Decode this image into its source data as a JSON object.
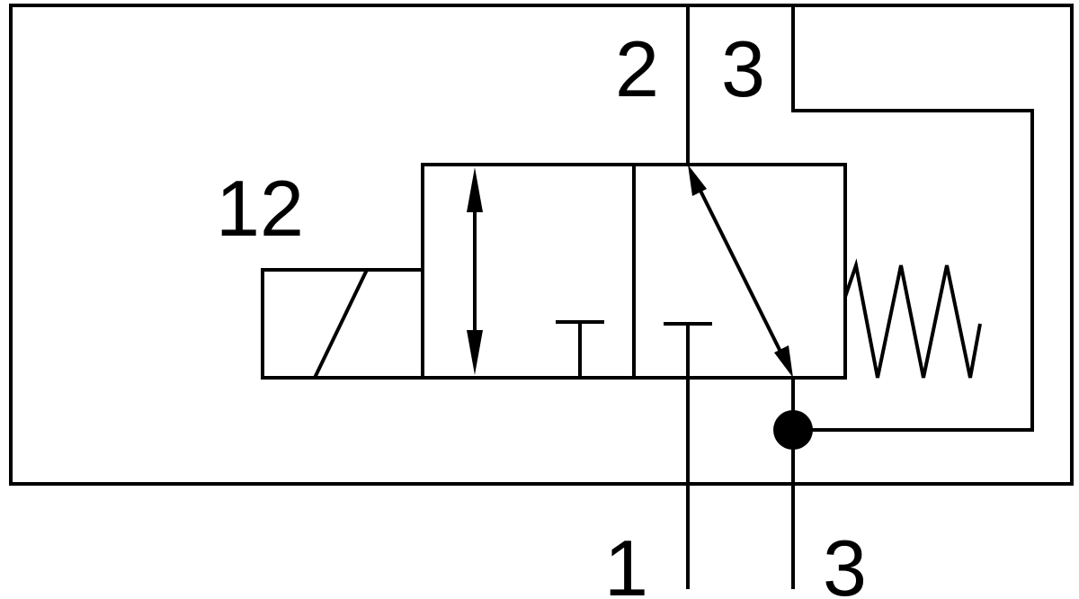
{
  "diagram": {
    "type": "3/2-way solenoid valve symbol, spring return",
    "labels": {
      "port_2": "2",
      "port_3_top": "3",
      "pilot_12": "12",
      "port_1": "1",
      "port_3_bottom": "3"
    },
    "colors": {
      "line": "#000000",
      "background": "#ffffff"
    }
  }
}
